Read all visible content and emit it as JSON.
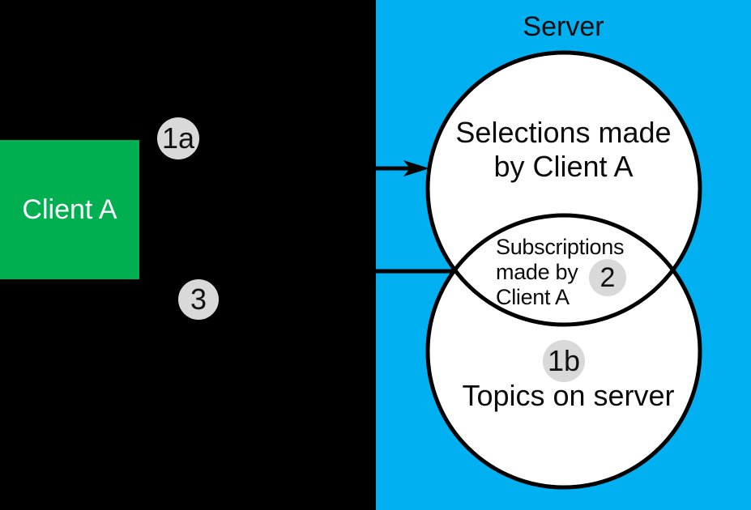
{
  "colors": {
    "background": "#000000",
    "server_panel_fill": "#00B0F0",
    "client_box_fill": "#00B050",
    "client_box_text": "#FFFFFF",
    "circle_fill": "#FFFFFF",
    "stroke": "#000000",
    "badge_fill": "#D9D9D9",
    "text": "#000000"
  },
  "client_box": {
    "label": "Client A"
  },
  "server_panel": {
    "title": "Server"
  },
  "venn": {
    "selections_label": "Selections made\nby Client A",
    "subscriptions_label": "Subscriptions\nmade by\nClient A",
    "topics_label": "Topics on server"
  },
  "badges": {
    "step_1a": "1a",
    "step_2": "2",
    "step_3": "3",
    "step_1b": "1b"
  }
}
